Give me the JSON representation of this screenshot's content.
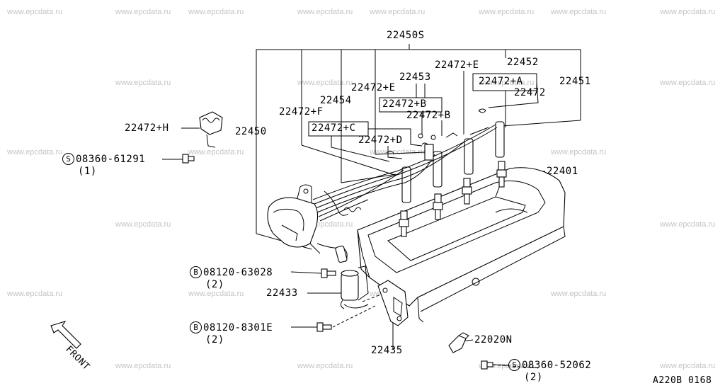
{
  "watermark": "www.epcdata.ru",
  "code": "A220B 0168",
  "front_label": "FRONT",
  "labels": {
    "p22450S": "22450S",
    "p22472E_top": "22472+E",
    "p22452": "22452",
    "p22453": "22453",
    "p22472A": "22472+A",
    "p22451": "22451",
    "p22472E_mid": "22472+E",
    "p22472": "22472",
    "p22454": "22454",
    "p22472B_a": "22472+B",
    "p22472F": "22472+F",
    "p22472B_b": "22472+B",
    "p22472H": "22472+H",
    "p22450": "22450",
    "p22472C": "22472+C",
    "p22472D": "22472+D",
    "p22401": "22401",
    "p22433": "22433",
    "p22435": "22435",
    "p22020N": "22020N",
    "code": "A220B 0168"
  },
  "fasteners": [
    {
      "symbol": "S",
      "part": "08360-61291",
      "qty": "(1)"
    },
    {
      "symbol": "B",
      "part": "08120-63028",
      "qty": "(2)"
    },
    {
      "symbol": "B",
      "part": "08120-8301E",
      "qty": "(2)"
    },
    {
      "symbol": "S",
      "part": "08360-52062",
      "qty": "(2)"
    }
  ]
}
